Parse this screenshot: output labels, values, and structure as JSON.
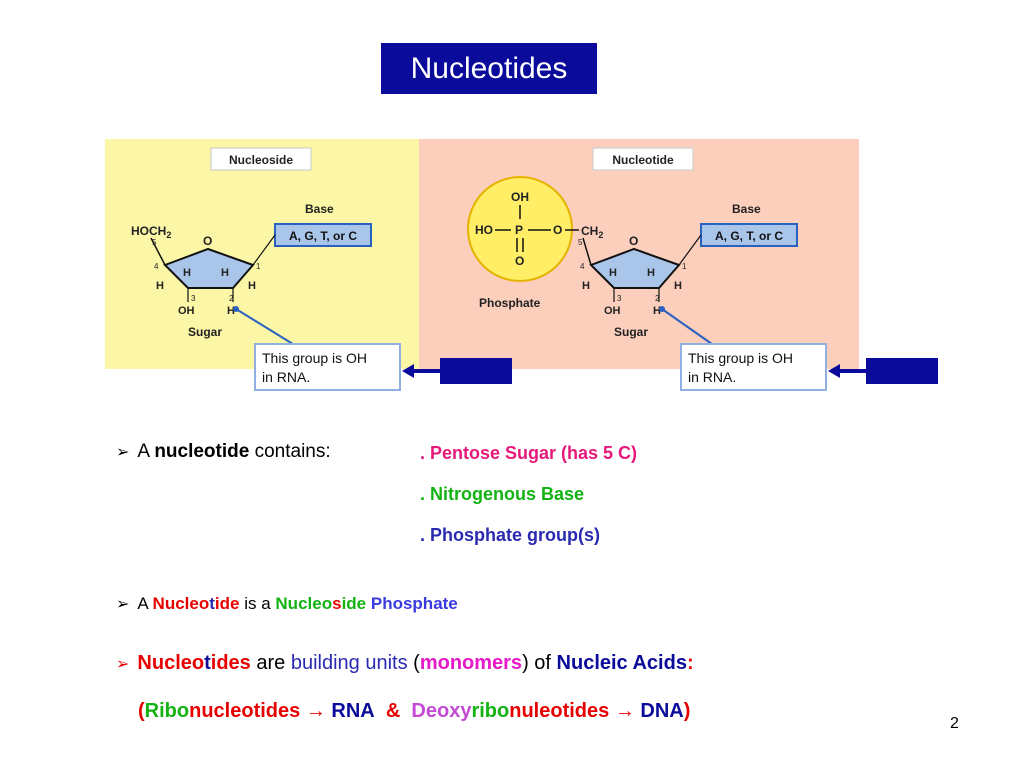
{
  "title": "Nucleotides",
  "diagram": {
    "left": {
      "label": "Nucleoside",
      "base_label": "Base",
      "base_box": "A, G, T, or C",
      "hoch2": "HOCH",
      "hoch2_sub": "2",
      "ring_o": "O",
      "sugar_label": "Sugar",
      "callout": [
        "This group is OH",
        "in RNA."
      ]
    },
    "right": {
      "label": "Nucleotide",
      "base_label": "Base",
      "base_box": "A, G, T, or C",
      "phosphate_label": "Phosphate",
      "phosphate_oh_top": "OH",
      "phosphate_ho": "HO",
      "phosphate_p": "P",
      "phosphate_o_bottom": "O",
      "phosphate_o_link": "O",
      "ch2": "CH",
      "ch2_sub": "2",
      "ring_o": "O",
      "sugar_label": "Sugar",
      "callout": [
        "This group is OH",
        "in RNA."
      ]
    },
    "ring_atoms": {
      "h": "H",
      "oh": "OH",
      "n1": "1",
      "n2": "2",
      "n3": "3",
      "n4": "4",
      "n5": "5"
    },
    "colors": {
      "left_bg": "#fbf7a6",
      "right_bg": "#fccfbd",
      "sugar_fill": "#a9c6ea",
      "phosphate_fill": "#ffee66",
      "arrow_blue": "#0b0b9b"
    }
  },
  "bullets": {
    "b1": {
      "a": "A",
      "nucleotide": "nucleotide",
      "contains": "contains:",
      "items": [
        ". Pentose Sugar (has 5 C)",
        ". Nitrogenous Base",
        ". Phosphate group(s)"
      ]
    },
    "b2": {
      "a": "A",
      "nucleo1": "Nucleo",
      "t": "t",
      "ide1": "ide",
      "is_a": "is a",
      "nucleo2": "Nucleo",
      "s": "s",
      "ide2": "ide",
      "phosphate": "Phosphate"
    },
    "b3": {
      "nucleo": "Nucleo",
      "t": "t",
      "ides": "ides",
      "are": "are",
      "building": "building units",
      "open": "(",
      "monomers": "monomers",
      "close_of": ") of",
      "nucleic": "Nucleic Acids",
      "colon": ":"
    },
    "b4": {
      "open": "(",
      "ribo": "Ribo",
      "nucleotides": "nucleotides",
      "arrow1": "→",
      "rna": "RNA",
      "amp": "&",
      "deoxy": "Deoxy",
      "ribo2": "ribo",
      "nuleotides": "nuleotides",
      "arrow2": "→",
      "dna": "DNA",
      "close": ")"
    }
  },
  "page_number": "2"
}
